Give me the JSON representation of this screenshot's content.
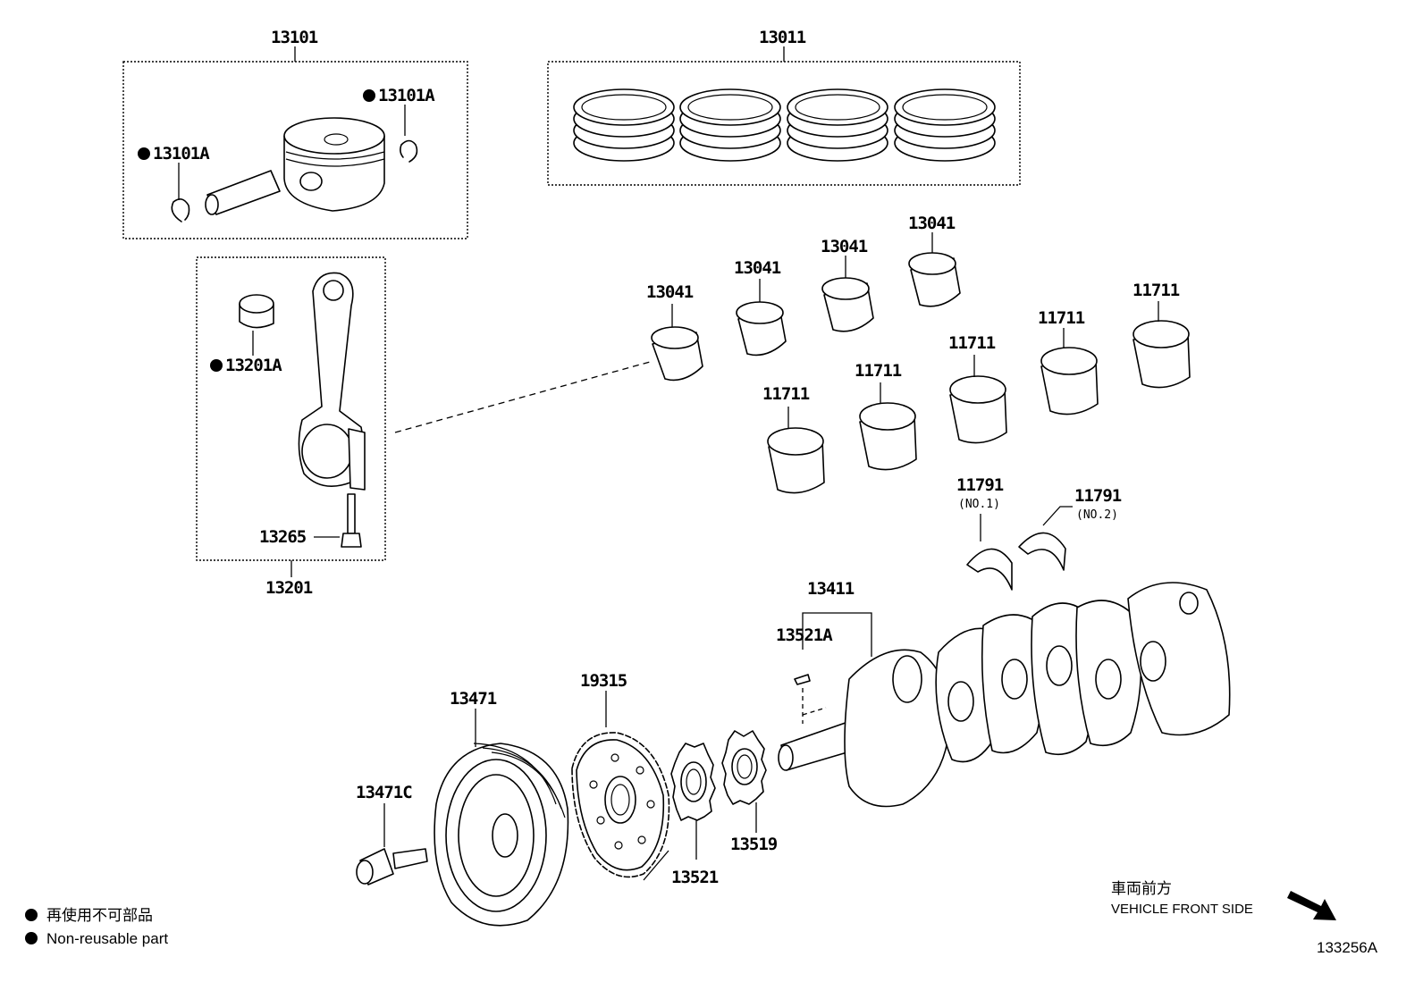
{
  "labels": {
    "piston_set": "13101",
    "piston_clip_a": "13101A",
    "piston_clip_b": "13101A",
    "ring_set": "13011",
    "conrod_assy": "13201",
    "conrod_bush": "13201A",
    "conrod_bolt": "13265",
    "rod_bearing_1": "13041",
    "rod_bearing_2": "13041",
    "rod_bearing_3": "13041",
    "rod_bearing_4": "13041",
    "main_bearing_1": "11711",
    "main_bearing_2": "11711",
    "main_bearing_3": "11711",
    "main_bearing_4": "11711",
    "main_bearing_5": "11711",
    "thrust_washer_1": "11791",
    "thrust_washer_1_note": "(NO.1)",
    "thrust_washer_2": "11791",
    "thrust_washer_2_note": "(NO.2)",
    "crankshaft": "13411",
    "crank_key": "13521A",
    "pulley": "13471",
    "pulley_bolt": "13471C",
    "timing_rotor": "19315",
    "crank_sprocket": "13521",
    "balancer_gear": "13519"
  },
  "legend": {
    "jp": "再使用不可部品",
    "en": "Non-reusable part"
  },
  "direction": {
    "jp": "車両前方",
    "en": "VEHICLE FRONT SIDE"
  },
  "diagram_id": "133256A"
}
